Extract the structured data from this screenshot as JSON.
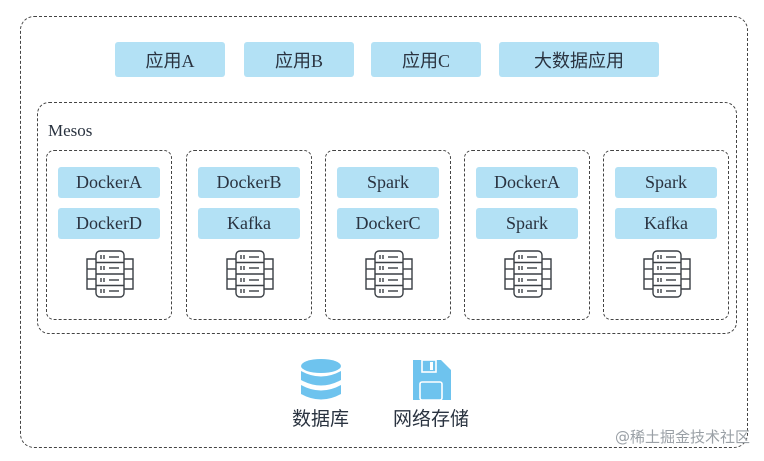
{
  "apps": [
    "应用A",
    "应用B",
    "应用C",
    "大数据应用"
  ],
  "mesos": {
    "label": "Mesos",
    "nodes": [
      {
        "services": [
          "DockerA",
          "DockerD"
        ]
      },
      {
        "services": [
          "DockerB",
          "Kafka"
        ]
      },
      {
        "services": [
          "Spark",
          "DockerC"
        ]
      },
      {
        "services": [
          "DockerA",
          "Spark"
        ]
      },
      {
        "services": [
          "Spark",
          "Kafka"
        ]
      }
    ]
  },
  "storage": [
    {
      "icon": "database-icon",
      "label": "数据库"
    },
    {
      "icon": "floppy-disk-icon",
      "label": "网络存储"
    }
  ],
  "watermark": "@稀土掘金技术社区",
  "colors": {
    "chip": "#b3e1f5",
    "icon": "#6ec3ee",
    "border": "#444444"
  }
}
